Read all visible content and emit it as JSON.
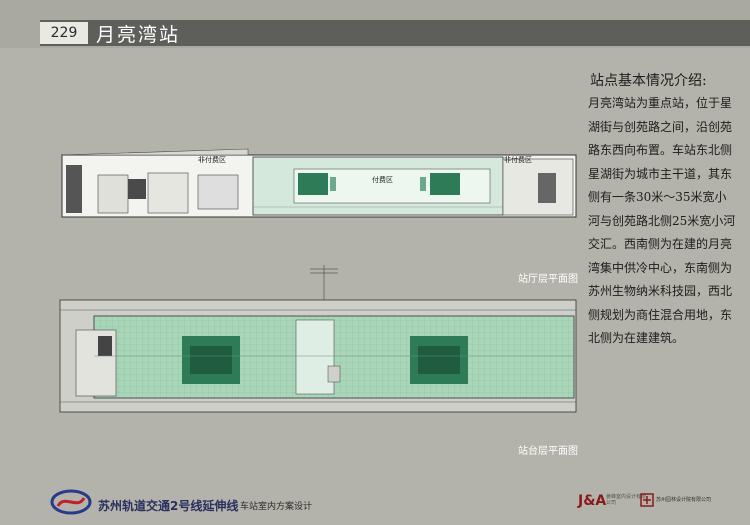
{
  "header": {
    "page_number": "229",
    "station_name": "月亮湾站"
  },
  "info": {
    "title": "站点基本情况介绍:",
    "body": "月亮湾站为重点站，位于星湖街与创苑路之间，沿创苑路东西向布置。车站东北侧星湖街为城市主干道，其东侧有一条30米～35米宽小河与创苑路北侧25米宽小河交汇。西南侧为在建的月亮湾集中供冷中心，东南侧为苏州生物纳米科技园，西北侧规划为商住混合用地，东北侧为在建建筑。"
  },
  "hall_plan": {
    "label": "站厅层平面图",
    "zone_unpaid": "非付费区",
    "zone_paid": "付费区"
  },
  "platform_plan": {
    "label": "站台层平面图"
  },
  "footer": {
    "project": "苏州轨道交通2号线延伸线",
    "subtitle": "车站室内方案设计",
    "ja_logo": "J&A",
    "ja_company": "姜峰室内设计有限公司",
    "partner_company": "苏州园林设计院有限公司"
  },
  "colors": {
    "background": "#b3b3ab",
    "header_bar": "#5e5e5a",
    "plan_green": "#a9d6b8",
    "stair_green": "#2e7b57"
  }
}
